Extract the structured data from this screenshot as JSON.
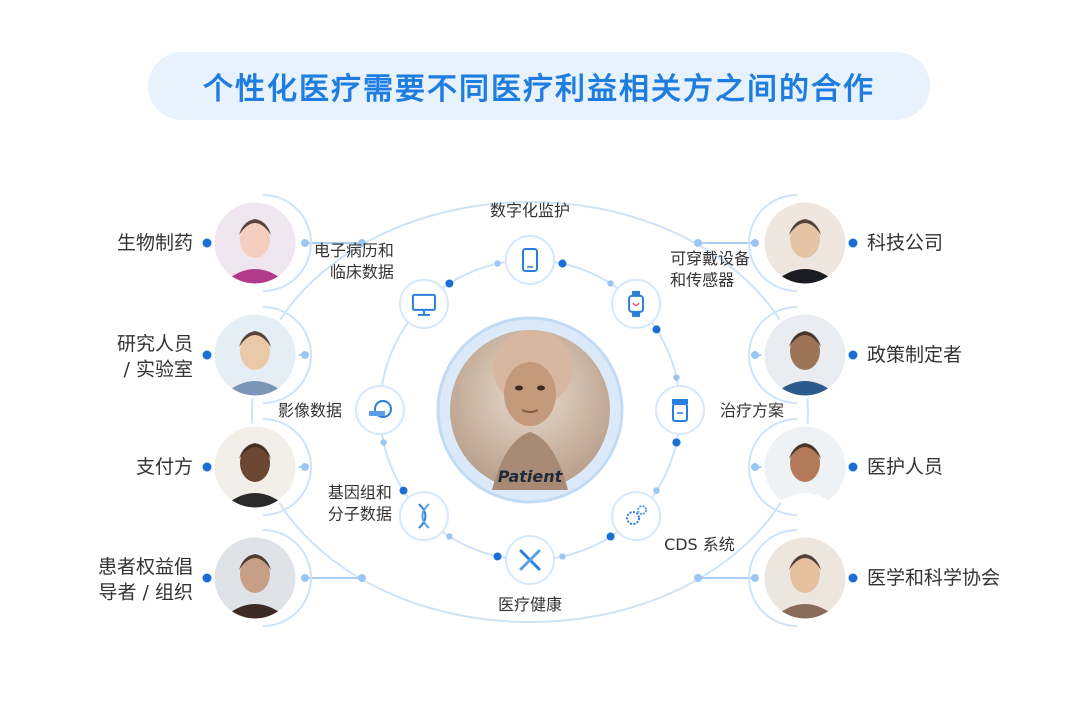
{
  "title": "个性化医疗需要不同医疗利益相关方之间的合作",
  "center": {
    "label": "Patient"
  },
  "inner_nodes": [
    {
      "label": "数字化监护",
      "icon": "smartphone-icon"
    },
    {
      "label": "可穿戴设备\n和传感器",
      "icon": "smartwatch-icon"
    },
    {
      "label": "治疗方案",
      "icon": "medicine-bottle-icon"
    },
    {
      "label": "CDS 系统",
      "icon": "gears-icon"
    },
    {
      "label": "医疗健康",
      "icon": "tools-icon"
    },
    {
      "label": "基因组和\n分子数据",
      "icon": "dna-icon"
    },
    {
      "label": "影像数据",
      "icon": "scanner-icon"
    },
    {
      "label": "电子病历和\n临床数据",
      "icon": "monitor-icon"
    }
  ],
  "stakeholders_left": [
    {
      "label": "生物制药",
      "photo": "scientist-photo"
    },
    {
      "label": "研究人员\n/ 实验室",
      "photo": "researcher-photo"
    },
    {
      "label": "支付方",
      "photo": "payer-photo"
    },
    {
      "label": "患者权益倡\n导者 / 组织",
      "photo": "advocate-photo"
    }
  ],
  "stakeholders_right": [
    {
      "label": "科技公司",
      "photo": "tech-photo"
    },
    {
      "label": "政策制定者",
      "photo": "policymaker-photo"
    },
    {
      "label": "医护人员",
      "photo": "doctor-photo"
    },
    {
      "label": "医学和科学协会",
      "photo": "association-photo"
    }
  ],
  "colors": {
    "accent": "#1f7de0",
    "title_bg": "#e8f2fc",
    "ring": "#cfe3f8",
    "line": "#a9cdf3",
    "dot": "#1a6fd6",
    "text": "#333333"
  }
}
